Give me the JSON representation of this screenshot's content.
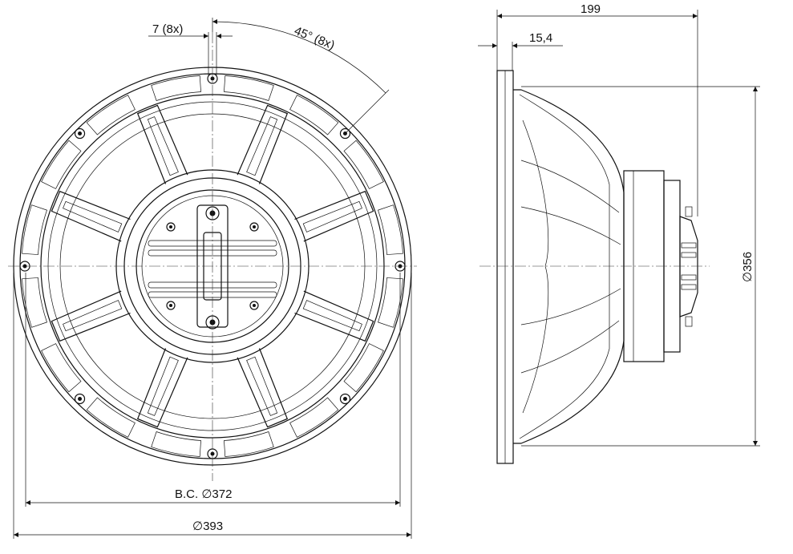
{
  "dimensions": {
    "hole_diameter": "7 (8x)",
    "hole_angle": "45° (8x)",
    "depth": "199",
    "flange_thickness": "15,4",
    "baffle_cutout": "356",
    "bolt_circle": "B.C. ∅372",
    "outer_diameter": "∅393"
  },
  "colors": {
    "line": "#111111"
  }
}
